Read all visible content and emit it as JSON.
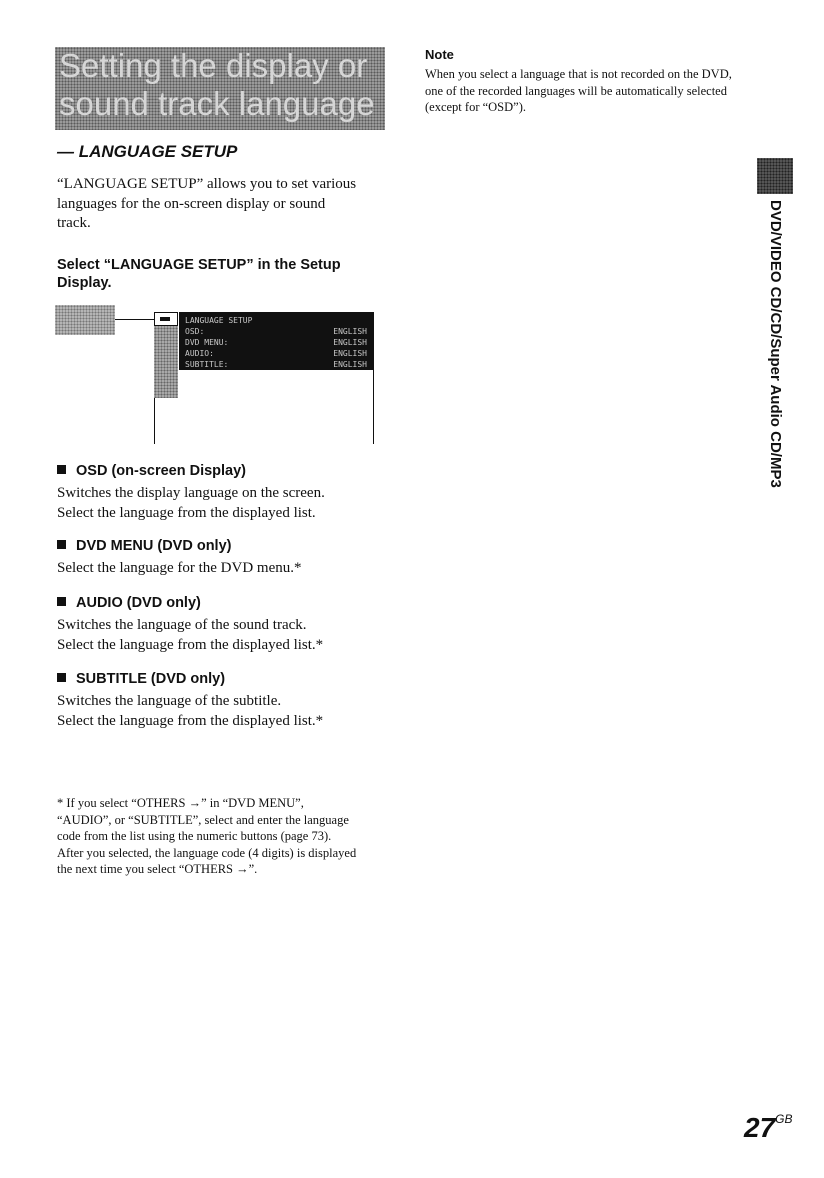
{
  "title": {
    "lines": [
      "Setting the display or",
      "sound track language"
    ]
  },
  "section_heading": "— LANGUAGE SETUP",
  "intro": "“LANGUAGE SETUP” allows you to set various languages for the on-screen display or sound track.",
  "instruction": "Select “LANGUAGE SETUP” in the Setup Display.",
  "screen": {
    "rows": [
      {
        "label": "LANGUAGE SETUP",
        "value": ""
      },
      {
        "label": "OSD:",
        "value": "ENGLISH"
      },
      {
        "label": "DVD MENU:",
        "value": "ENGLISH"
      },
      {
        "label": "AUDIO:",
        "value": "ENGLISH"
      },
      {
        "label": "SUBTITLE:",
        "value": "ENGLISH"
      }
    ]
  },
  "items": [
    {
      "heading": "OSD (on-screen Display)",
      "lines": [
        "Switches the display language on the screen.",
        "Select the language from the displayed list."
      ]
    },
    {
      "heading": "DVD MENU (DVD only)",
      "lines": [
        "Select the language for the DVD menu.*"
      ]
    },
    {
      "heading": "AUDIO (DVD only)",
      "lines": [
        "Switches the language of the sound track.",
        "Select the language from the displayed list.*"
      ]
    },
    {
      "heading": "SUBTITLE (DVD only)",
      "lines": [
        "Switches the language of the subtitle.",
        "Select the language from the displayed list.*"
      ]
    }
  ],
  "footnote": "* If you select “OTHERS →” in “DVD MENU”, “AUDIO”, or “SUBTITLE”, select and enter the language code from the list using the numeric buttons (page 73). After you selected, the language code (4 digits) is displayed the next time you select “OTHERS →”.",
  "note": {
    "heading": "Note",
    "text": "When you select a language that is not recorded on the DVD, one of the recorded languages will be automatically selected (except for “OSD”)."
  },
  "side_label": "DVD/VIDEO CD/CD/Super Audio CD/MP3",
  "page_number": {
    "number": "27",
    "suffix": "GB"
  }
}
